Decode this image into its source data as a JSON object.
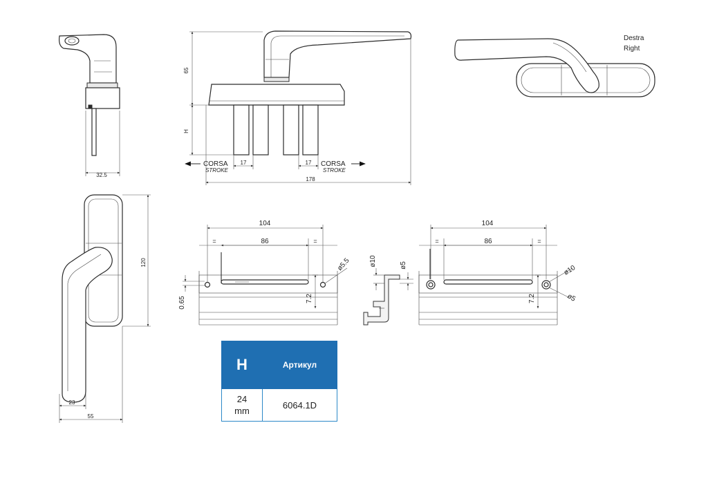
{
  "labels": {
    "side_width": "32.5",
    "front_height_top": "65",
    "front_height_h": "H",
    "stroke_left_word": "CORSA",
    "stroke_left_sub": "STROKE",
    "stroke_right_word": "CORSA",
    "stroke_right_sub": "STROKE",
    "stroke_left_val": "17",
    "stroke_right_val": "17",
    "front_total": "178",
    "orient_it": "Destra",
    "orient_en": "Right",
    "plan_height": "120",
    "plan_width_small": "23",
    "plan_width_total": "55",
    "rail1_total": "104",
    "rail1_inner": "86",
    "rail1_eq_left": "=",
    "rail1_eq_right": "=",
    "rail1_hole": "ø5.5",
    "rail1_offset": "0.65",
    "rail1_depth": "7.2",
    "profile_d10": "ø10",
    "profile_d5": "ø5",
    "rail2_total": "104",
    "rail2_inner": "86",
    "rail2_eq_left": "=",
    "rail2_eq_right": "=",
    "rail2_d10": "ø10",
    "rail2_d5": "ø5",
    "rail2_depth": "7.2"
  },
  "table": {
    "header_h": "H",
    "header_article": "Артикул",
    "row_h_value": "24",
    "row_h_unit": "mm",
    "row_article": "6064.1D"
  },
  "colors": {
    "table_header": "#1f6fb2",
    "table_border": "#2b88c8",
    "line": "#2a2a2a"
  }
}
